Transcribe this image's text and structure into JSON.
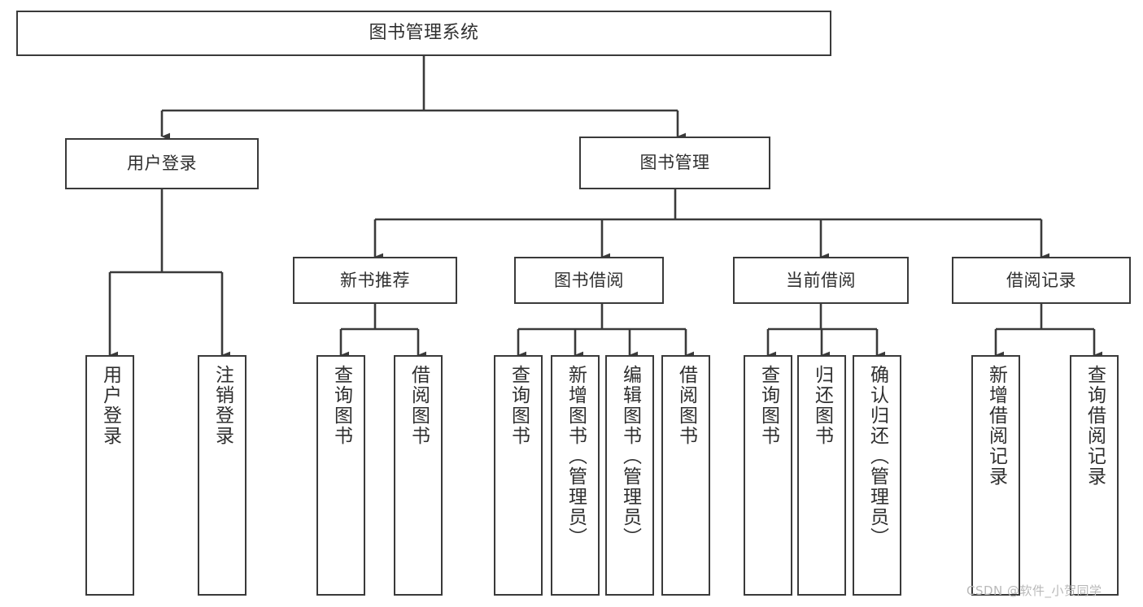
{
  "diagram": {
    "title_node": {
      "id": "root",
      "label": "图书管理系统"
    },
    "tier1": [
      {
        "id": "user-login",
        "label": "用户登录"
      },
      {
        "id": "book-management",
        "label": "图书管理"
      }
    ],
    "tier2": [
      {
        "id": "new-book-recommend",
        "label": "新书推荐"
      },
      {
        "id": "book-borrow",
        "label": "图书借阅"
      },
      {
        "id": "current-borrow",
        "label": "当前借阅"
      },
      {
        "id": "borrow-record",
        "label": "借阅记录"
      }
    ],
    "leaves": [
      {
        "id": "leaf-user-login",
        "label": "用户登录",
        "parent": "用户登录"
      },
      {
        "id": "leaf-logout-login",
        "label": "注销登录",
        "parent": "用户登录"
      },
      {
        "id": "leaf-query-book-1",
        "label": "查询图书",
        "parent": "新书推荐"
      },
      {
        "id": "leaf-borrow-book-1",
        "label": "借阅图书",
        "parent": "新书推荐"
      },
      {
        "id": "leaf-query-book-2",
        "label": "查询图书",
        "parent": "图书借阅"
      },
      {
        "id": "leaf-add-book",
        "label": "新增图书（管理员）",
        "parent": "图书借阅"
      },
      {
        "id": "leaf-edit-book",
        "label": "编辑图书（管理员）",
        "parent": "图书借阅"
      },
      {
        "id": "leaf-borrow-book-2",
        "label": "借阅图书",
        "parent": "图书借阅"
      },
      {
        "id": "leaf-query-book-3",
        "label": "查询图书",
        "parent": "当前借阅"
      },
      {
        "id": "leaf-return-book",
        "label": "归还图书",
        "parent": "当前借阅"
      },
      {
        "id": "leaf-confirm-return",
        "label": "确认归还（管理员）",
        "parent": "当前借阅"
      },
      {
        "id": "leaf-add-record",
        "label": "新增借阅记录",
        "parent": "借阅记录"
      },
      {
        "id": "leaf-query-record",
        "label": "查询借阅记录",
        "parent": "借阅记录"
      }
    ],
    "watermark": "CSDN @软件_小贺同学",
    "colors": {
      "stroke": "#3a3a3a",
      "background": "#ffffff",
      "text": "#2f2f2f",
      "watermark": "#b9b9b9"
    }
  }
}
